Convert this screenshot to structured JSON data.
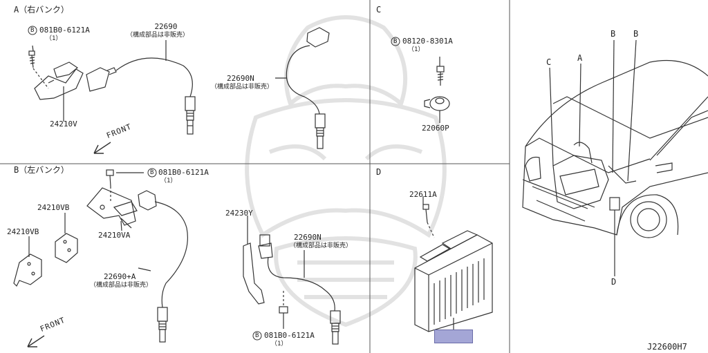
{
  "sections": {
    "A": {
      "title": "A（右バンク）"
    },
    "B": {
      "title": "B（左バンク）"
    },
    "C": {
      "title": "C"
    },
    "D": {
      "title": "D"
    }
  },
  "parts": {
    "bolt_081B0_A": {
      "code": "081B0-6121A",
      "qty": "（1）"
    },
    "sensor_22690": {
      "code": "22690",
      "note": "（構成部品は非販売）"
    },
    "sensor_22690N_A": {
      "code": "22690N",
      "note": "（構成部品は非販売）"
    },
    "bracket_24210V": {
      "code": "24210V"
    },
    "bolt_08120": {
      "code": "08120-8301A",
      "qty": "（1）"
    },
    "knock_22060P": {
      "code": "22060P"
    },
    "bolt_081B0_B1": {
      "code": "081B0-6121A",
      "qty": "（1）"
    },
    "bracket_24210VB_1": {
      "code": "24210VB"
    },
    "bracket_24210VB_2": {
      "code": "24210VB"
    },
    "bracket_24210VA": {
      "code": "24210VA"
    },
    "sensor_22690A": {
      "code": "22690+A",
      "note": "（構成部品は非販売）"
    },
    "bracket_24230Y": {
      "code": "24230Y"
    },
    "sensor_22690N_B": {
      "code": "22690N",
      "note": "（構成部品は非販売）"
    },
    "bolt_081B0_B2": {
      "code": "081B0-6121A",
      "qty": "（1）"
    },
    "bolt_22611A": {
      "code": "22611A"
    }
  },
  "bolt_marker": "B",
  "front_label": "FRONT",
  "vehicle_callouts": {
    "a": "A",
    "b1": "B",
    "b2": "B",
    "c": "C",
    "d": "D"
  },
  "diagram_id": "J22600H7",
  "colors": {
    "line": "#333333",
    "watermark": "#dcdcdc",
    "highlight": "#a4a6d6"
  }
}
